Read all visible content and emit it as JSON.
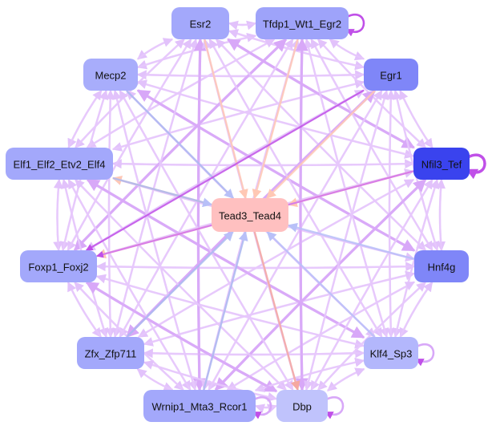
{
  "graph": {
    "title": "",
    "nodes": [
      {
        "id": "Esr2",
        "label": "Esr2",
        "color": "#a3a8fb"
      },
      {
        "id": "Tfdp1_Wt1_Egr2",
        "label": "Tfdp1_Wt1_Egr2",
        "color": "#9ea3fa"
      },
      {
        "id": "Mecp2",
        "label": "Mecp2",
        "color": "#a8adfb"
      },
      {
        "id": "Egr1",
        "label": "Egr1",
        "color": "#7f86f8"
      },
      {
        "id": "Elf1_Elf2_Etv2_Elf4",
        "label": "Elf1_Elf2_Etv2_Elf4",
        "color": "#a3a8fb"
      },
      {
        "id": "Nfil3_Tef",
        "label": "Nfil3_Tef",
        "color": "#3a43ee"
      },
      {
        "id": "Tead3_Tead4",
        "label": "Tead3_Tead4",
        "color": "#ffc0c0"
      },
      {
        "id": "Foxp1_Foxj2",
        "label": "Foxp1_Foxj2",
        "color": "#a3a8fb"
      },
      {
        "id": "Hnf4g",
        "label": "Hnf4g",
        "color": "#7f86f8"
      },
      {
        "id": "Zfx_Zfp711",
        "label": "Zfx_Zfp711",
        "color": "#a3a8fb"
      },
      {
        "id": "Klf4_Sp3",
        "label": "Klf4_Sp3",
        "color": "#b3b7fc"
      },
      {
        "id": "Wrnip1_Mta3_Rcor1",
        "label": "Wrnip1_Mta3_Rcor1",
        "color": "#a3a8fb"
      },
      {
        "id": "Dbp",
        "label": "Dbp",
        "color": "#c0c3fc"
      }
    ],
    "self_loops": [
      "Tfdp1_Wt1_Egr2",
      "Nfil3_Tef",
      "Klf4_Sp3",
      "Wrnip1_Mta3_Rcor1",
      "Dbp"
    ],
    "highlight_edges": [
      {
        "from": "Esr2",
        "to": "Tead3_Tead4",
        "color": "#ffc8b4"
      },
      {
        "from": "Tfdp1_Wt1_Egr2",
        "to": "Tead3_Tead4",
        "color": "#ffc8b4"
      },
      {
        "from": "Egr1",
        "to": "Tead3_Tead4",
        "color": "#ffc8b4"
      },
      {
        "from": "Nfil3_Tef",
        "to": "Tead3_Tead4",
        "color": "#ffc8b4"
      },
      {
        "from": "Tead3_Tead4",
        "to": "Elf1_Elf2_Etv2_Elf4",
        "color": "#ffc8b4"
      },
      {
        "from": "Tead3_Tead4",
        "to": "Foxp1_Foxj2",
        "color": "#ffc8b4"
      },
      {
        "from": "Tead3_Tead4",
        "to": "Dbp",
        "color": "#f5a8a0"
      },
      {
        "from": "Mecp2",
        "to": "Tead3_Tead4",
        "color": "#aab8f0"
      },
      {
        "from": "Hnf4g",
        "to": "Tead3_Tead4",
        "color": "#b8c0f8"
      },
      {
        "from": "Klf4_Sp3",
        "to": "Tead3_Tead4",
        "color": "#b8c0f8"
      },
      {
        "from": "Zfx_Zfp711",
        "to": "Tead3_Tead4",
        "color": "#aab8f0"
      },
      {
        "from": "Wrnip1_Mta3_Rcor1",
        "to": "Tead3_Tead4",
        "color": "#aab8f0"
      },
      {
        "from": "Elf1_Elf2_Etv2_Elf4",
        "to": "Tead3_Tead4",
        "color": "#aab8f0"
      },
      {
        "from": "Egr1",
        "to": "Foxp1_Foxj2",
        "color": "#c050e8"
      },
      {
        "from": "Nfil3_Tef",
        "to": "Foxp1_Foxj2",
        "color": "#d070f0"
      }
    ],
    "edge_color": "#e6c8fb",
    "edge_color_strong": "#d8a8f8",
    "loop_color": "#c050e8"
  }
}
